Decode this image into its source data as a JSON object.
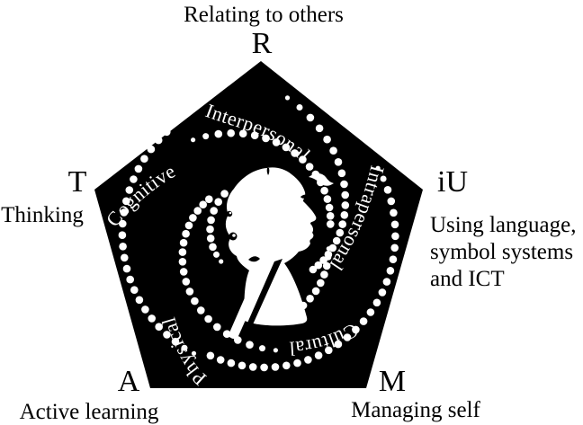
{
  "diagram": {
    "vertices": {
      "top": {
        "letter": "R",
        "label": "Relating to others"
      },
      "left": {
        "letter": "T",
        "label": "Thinking"
      },
      "right": {
        "letter": "iU",
        "label_lines": [
          "Using language,",
          "symbol systems",
          "and ICT"
        ]
      },
      "bottom_left": {
        "letter": "A",
        "label": "Active learning"
      },
      "bottom_right": {
        "letter": "M",
        "label": "Managing self"
      }
    },
    "spirals": {
      "interpersonal": "Interpersonal",
      "intrapersonal": "Intrapersonal",
      "cultural": "Cultural",
      "physical": "Physical",
      "cognitive": "Cognitive"
    },
    "colors": {
      "pentagon": "#000000",
      "dots": "#ffffff",
      "spiral_text": "#ffffff",
      "outer_text": "#000000",
      "background": "#ffffff"
    }
  }
}
